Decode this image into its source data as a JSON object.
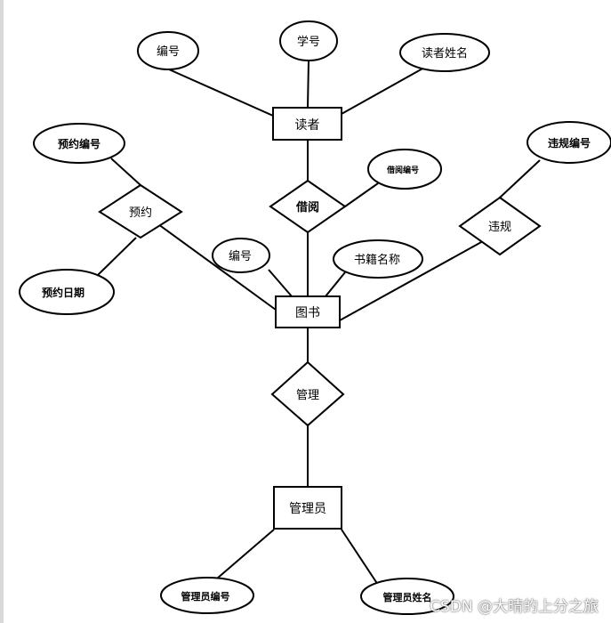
{
  "entities": {
    "reader": "读者",
    "book": "图书",
    "admin": "管理员"
  },
  "relationships": {
    "borrow": "借阅",
    "reserve": "预约",
    "violation": "违规",
    "manage": "管理"
  },
  "attributes": {
    "reader_id": "编号",
    "student_id": "学号",
    "reader_name": "读者姓名",
    "reserve_id": "预约编号",
    "reserve_date": "预约日期",
    "borrow_id": "借阅编号",
    "violation_id": "违规编号",
    "book_id": "编号",
    "book_title": "书籍名称",
    "admin_id": "管理员编号",
    "admin_name": "管理员姓名"
  },
  "watermark": "CSDN @大晴的上分之旅"
}
